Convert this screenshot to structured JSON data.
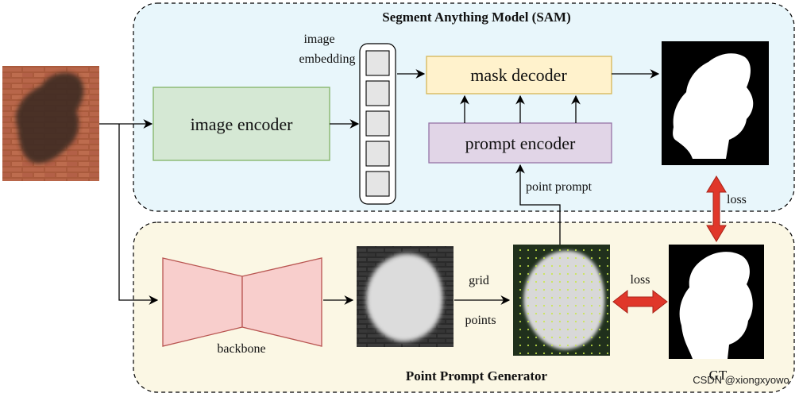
{
  "sam": {
    "title": "Segment Anything Model (SAM)"
  },
  "ppg": {
    "title": "Point Prompt Generator"
  },
  "blocks": {
    "image_encoder": "image encoder",
    "mask_decoder": "mask decoder",
    "prompt_encoder": "prompt encoder",
    "backbone": "backbone"
  },
  "labels": {
    "image_embedding_line1": "image",
    "image_embedding_line2": "embedding",
    "point_prompt": "point prompt",
    "grid": "grid",
    "points": "points",
    "loss_vertical": "loss",
    "loss_horizontal": "loss",
    "gt": "GT"
  },
  "watermark": "CSDN @xiongxyowo",
  "colors": {
    "sam_bg": "#e8f6fb",
    "ppg_bg": "#fbf7e4",
    "encoder_fill": "#d5e8d4",
    "encoder_stroke": "#82b366",
    "decoder_fill": "#fff2cc",
    "decoder_stroke": "#d6b656",
    "prompt_fill": "#e1d5e7",
    "prompt_stroke": "#9673a6",
    "backbone_fill": "#f8cecc",
    "backbone_stroke": "#b85450",
    "loss_arrow": "#e0372a"
  }
}
